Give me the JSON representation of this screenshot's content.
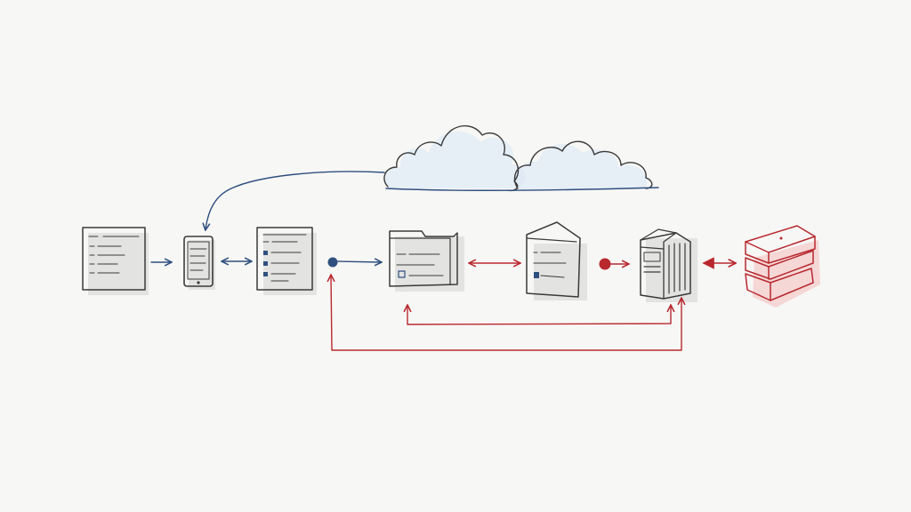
{
  "colors": {
    "background": "#f7f7f5",
    "ink": "#3a3a3a",
    "blue": "#2f4f7f",
    "red": "#b8282f",
    "cloud_tint": "#d9e8f5",
    "stack_tint": "#f4c9c9",
    "shadow": "#d6d6d6"
  },
  "nodes": [
    {
      "id": "document",
      "icon": "document-icon"
    },
    {
      "id": "mobile",
      "icon": "mobile-phone-icon"
    },
    {
      "id": "form",
      "icon": "form-document-icon"
    },
    {
      "id": "folder",
      "icon": "folder-icon"
    },
    {
      "id": "open-file",
      "icon": "open-file-icon"
    },
    {
      "id": "server",
      "icon": "server-icon"
    },
    {
      "id": "database",
      "icon": "database-stack-icon"
    },
    {
      "id": "cloud",
      "icon": "cloud-icon"
    }
  ],
  "connections": [
    {
      "from": "cloud",
      "to": "mobile",
      "style": "blue-arrow"
    },
    {
      "from": "document",
      "to": "mobile",
      "style": "blue-arrow"
    },
    {
      "from": "mobile",
      "to": "form",
      "style": "blue-double-arrow"
    },
    {
      "from": "form",
      "to": "folder",
      "style": "blue-dot-arrow"
    },
    {
      "from": "folder",
      "to": "open-file",
      "style": "red-double-arrow"
    },
    {
      "from": "open-file",
      "to": "server",
      "style": "red-dot-arrow"
    },
    {
      "from": "server",
      "to": "database",
      "style": "red-double-arrow"
    },
    {
      "from": "folder",
      "to": "server",
      "style": "red-loop"
    },
    {
      "from": "form",
      "to": "server",
      "style": "red-loop"
    }
  ]
}
